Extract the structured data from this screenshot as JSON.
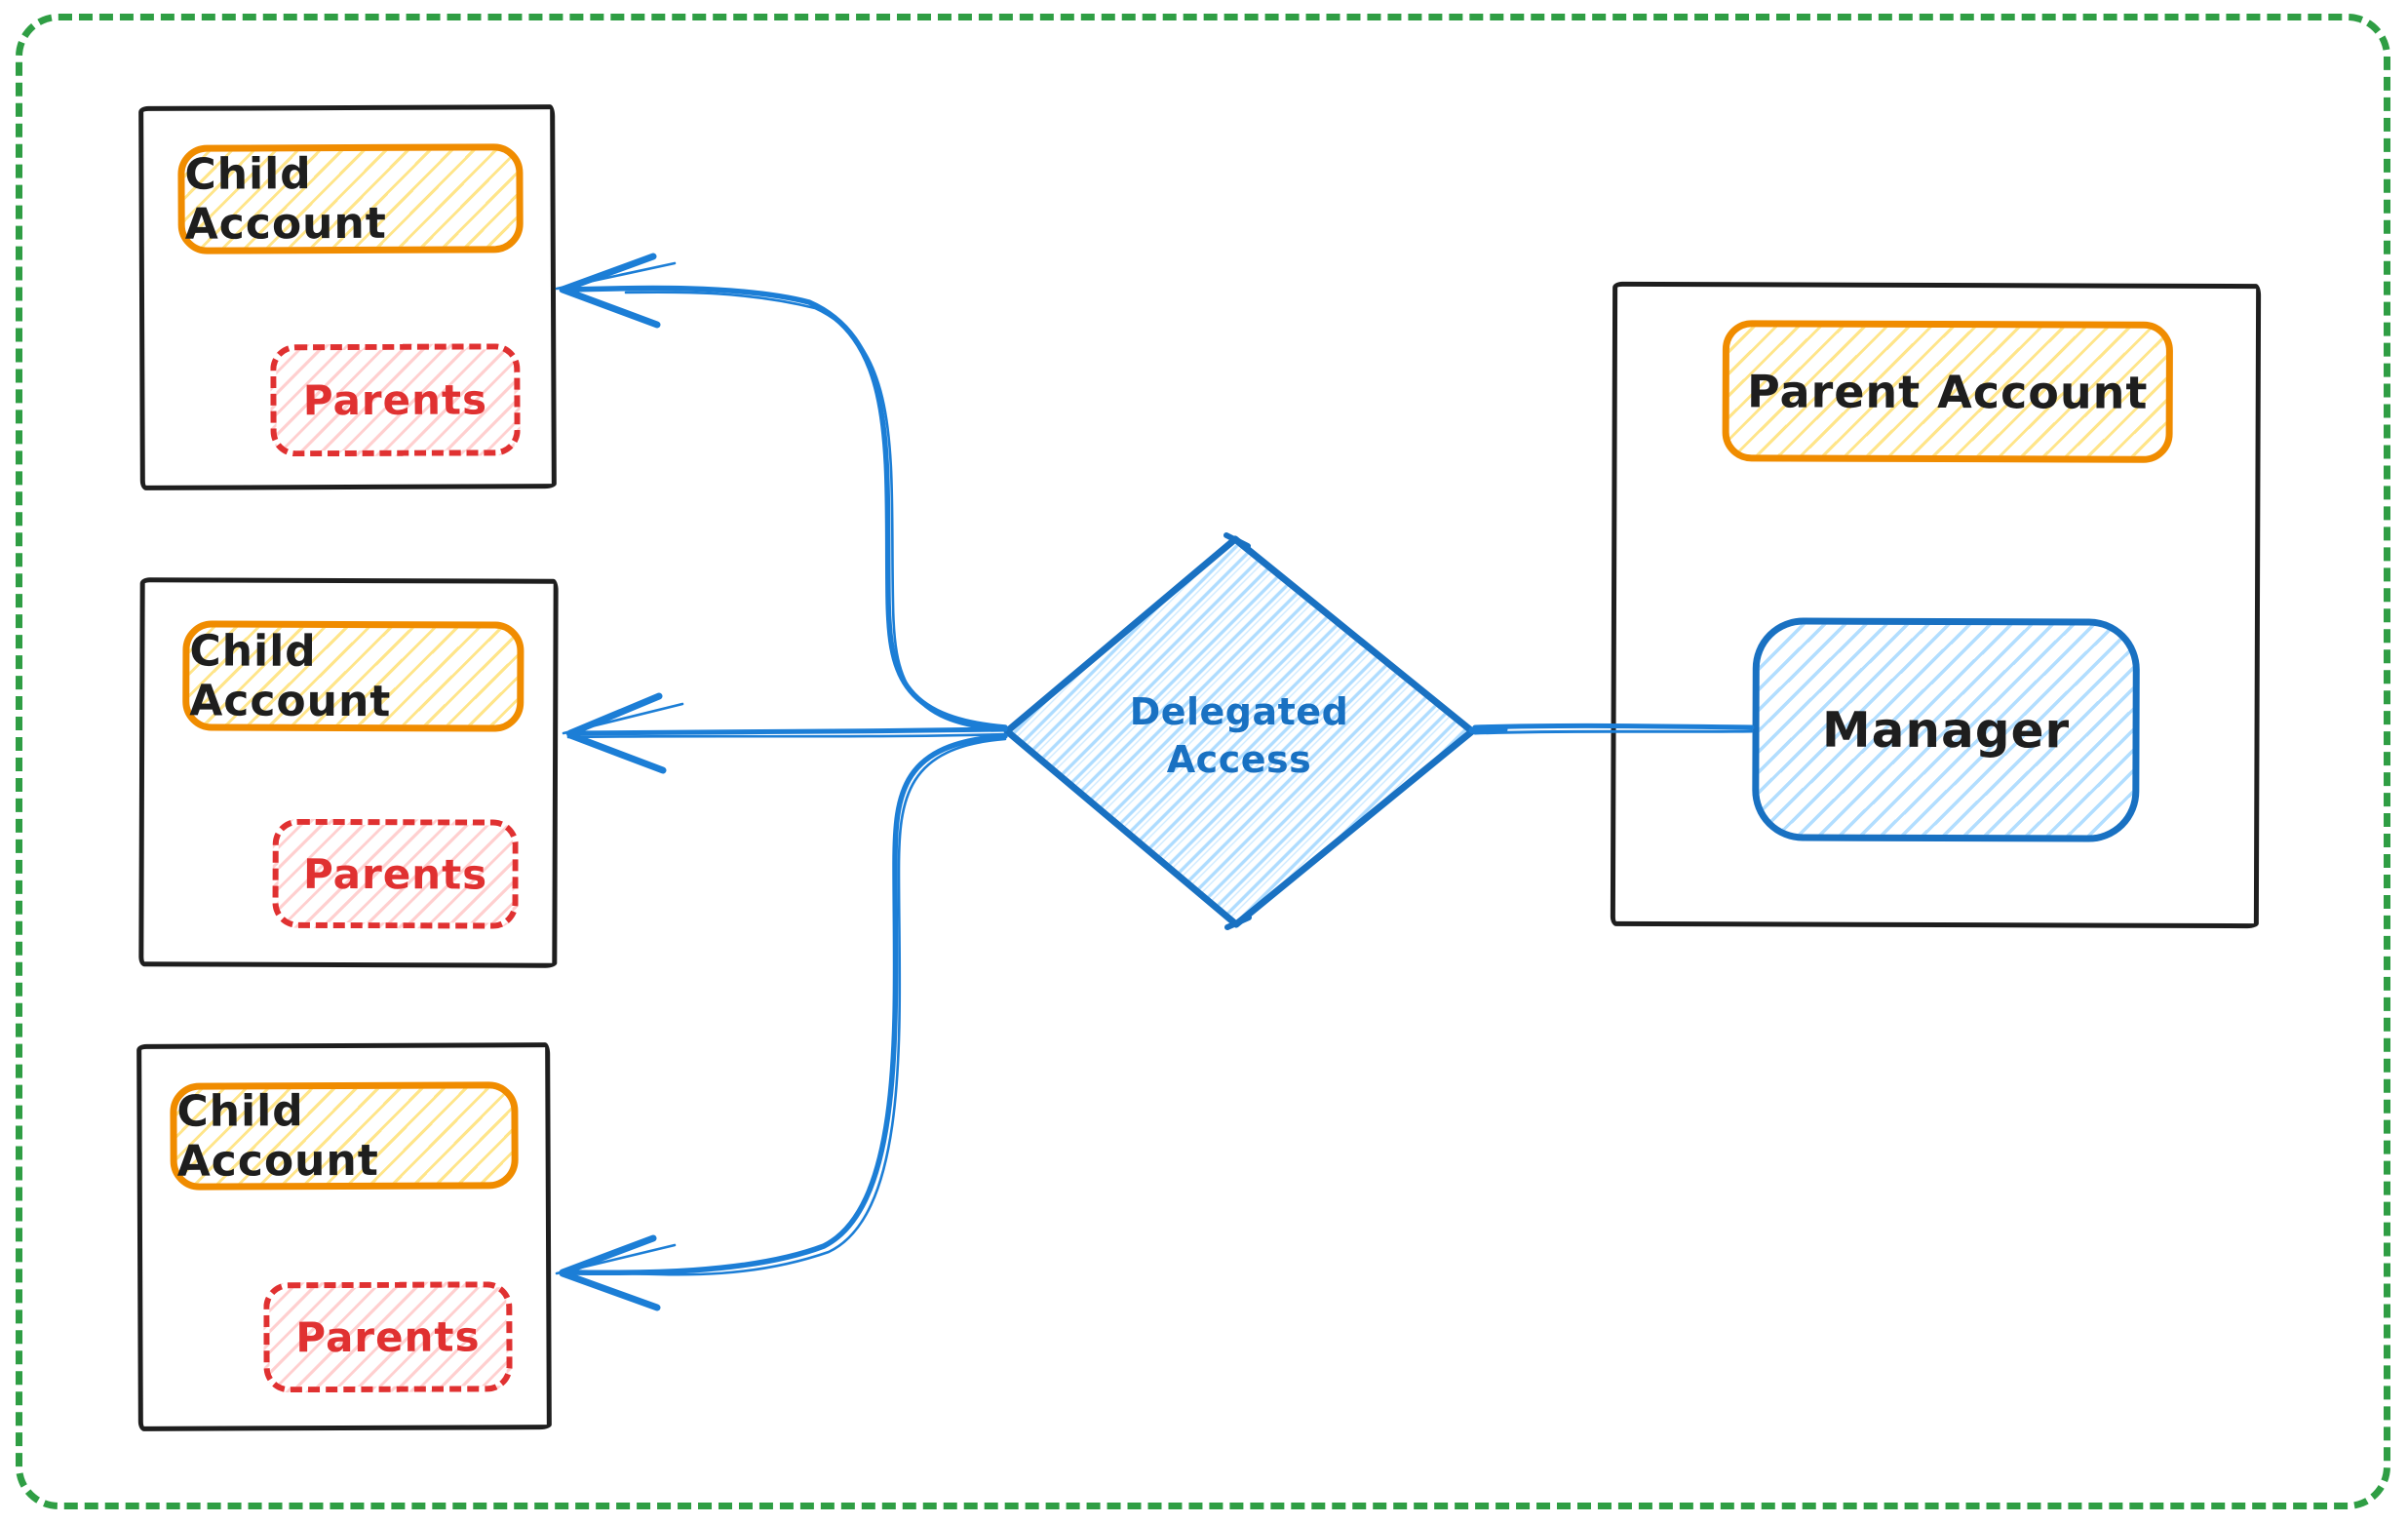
{
  "diagram": {
    "child_boxes": [
      {
        "account_label": "Child Account",
        "parents_label": "Parents"
      },
      {
        "account_label": "Child Account",
        "parents_label": "Parents"
      },
      {
        "account_label": "Child Account",
        "parents_label": "Parents"
      }
    ],
    "parent_box": {
      "account_label": "Parent Account",
      "manager_label": "Manager"
    },
    "decision_label": "Delegated Access",
    "colors": {
      "canvas_border": "#2f9e44",
      "node_stroke": "#1e1e1e",
      "account_stroke": "#f08c00",
      "account_hatch": "#ffd43b",
      "parents_stroke": "#e03131",
      "parents_hatch": "#ffa8a8",
      "blue_stroke": "#1971c2",
      "blue_hatch": "#a5d8ff",
      "background": "#ffffff"
    }
  }
}
